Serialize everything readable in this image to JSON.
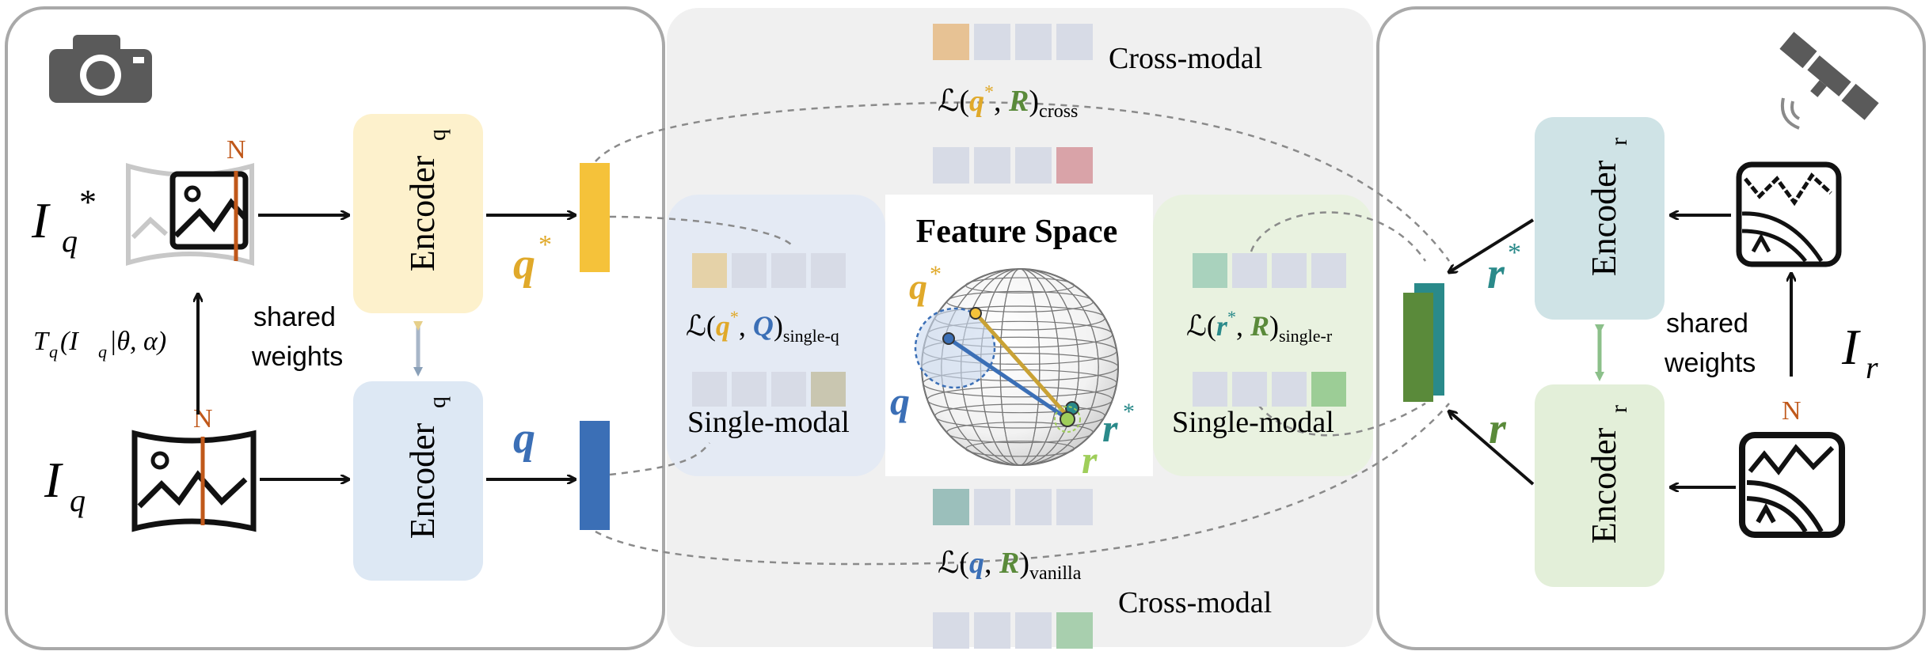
{
  "left_panel": {
    "iq_star": "I",
    "iq_star_sub": "q",
    "iq_star_sup": "*",
    "iq": "I",
    "iq_sub": "q",
    "transform_label": "T",
    "transform_sub": "q",
    "transform_args": "(I",
    "transform_args_sub": "q",
    "transform_params": " |θ, α)",
    "north_top": "N",
    "north_bottom": "N",
    "encoder_top": "Encoder",
    "encoder_top_sub": "q",
    "encoder_bottom": "Encoder",
    "encoder_bottom_sub": "q",
    "shared_weights_line1": "shared",
    "shared_weights_line2": "weights",
    "q_star": "q",
    "q_star_sup": "*",
    "q": "q",
    "camera_icon": "camera-icon"
  },
  "center_panel": {
    "title": "Feature Space",
    "cross_modal_top": "Cross-modal",
    "cross_modal_bottom": "Cross-modal",
    "single_modal_left": "Single-modal",
    "single_modal_right": "Single-modal",
    "loss_cross": {
      "L": "ℒ(",
      "a": "q",
      "a_sup": "*",
      "sep": ", ",
      "b": "R",
      "close": ")",
      "sub": "cross"
    },
    "loss_vanilla": {
      "L": "ℒ(",
      "a": "q",
      "sep": ", ",
      "b": "R",
      "close": ")",
      "sub": "vanilla"
    },
    "loss_single_q": {
      "L": "ℒ(",
      "a": "q",
      "a_sup": "*",
      "sep": ", ",
      "b": "Q",
      "close": ")",
      "sub": "single-q"
    },
    "loss_single_r": {
      "L": "ℒ(",
      "a": "r",
      "a_sup": "*",
      "sep": ", ",
      "b": "R",
      "close": ")",
      "sub": "single-r"
    },
    "sphere_q_star": "q",
    "sphere_q_star_sup": "*",
    "sphere_q": "q",
    "sphere_r_star": "r",
    "sphere_r_star_sup": "*",
    "sphere_r": "r"
  },
  "right_panel": {
    "encoder_top": "Encoder",
    "encoder_top_sub": "r",
    "encoder_bottom": "Encoder",
    "encoder_bottom_sub": "r",
    "shared_weights_line1": "shared",
    "shared_weights_line2": "weights",
    "ir": "I",
    "ir_sub": "r",
    "r_star": "r",
    "r_star_sup": "*",
    "r": "r",
    "north": "N",
    "satellite_icon": "satellite-icon"
  },
  "colors": {
    "q_star": "#e0a92a",
    "q": "#3b6fb6",
    "r_star": "#2a8a8a",
    "r": "#5a8a3a",
    "north": "#c0581a",
    "encoder_q_star_bg": "#fdf1cc",
    "encoder_q_bg": "#dde8f4",
    "encoder_r_star_bg": "#cfe3e6",
    "encoder_r_bg": "#e3efd9"
  }
}
